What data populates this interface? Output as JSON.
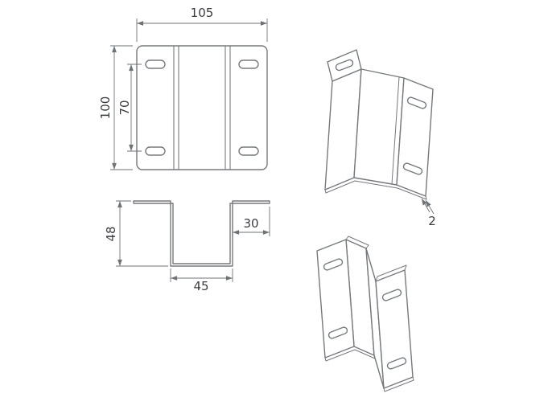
{
  "drawing": {
    "dimensions": {
      "overall_width": "105",
      "overall_height": "100",
      "slot_spacing": "70",
      "profile_height": "48",
      "flange_width": "30",
      "channel_width": "45",
      "sheet_thickness": "2"
    }
  }
}
